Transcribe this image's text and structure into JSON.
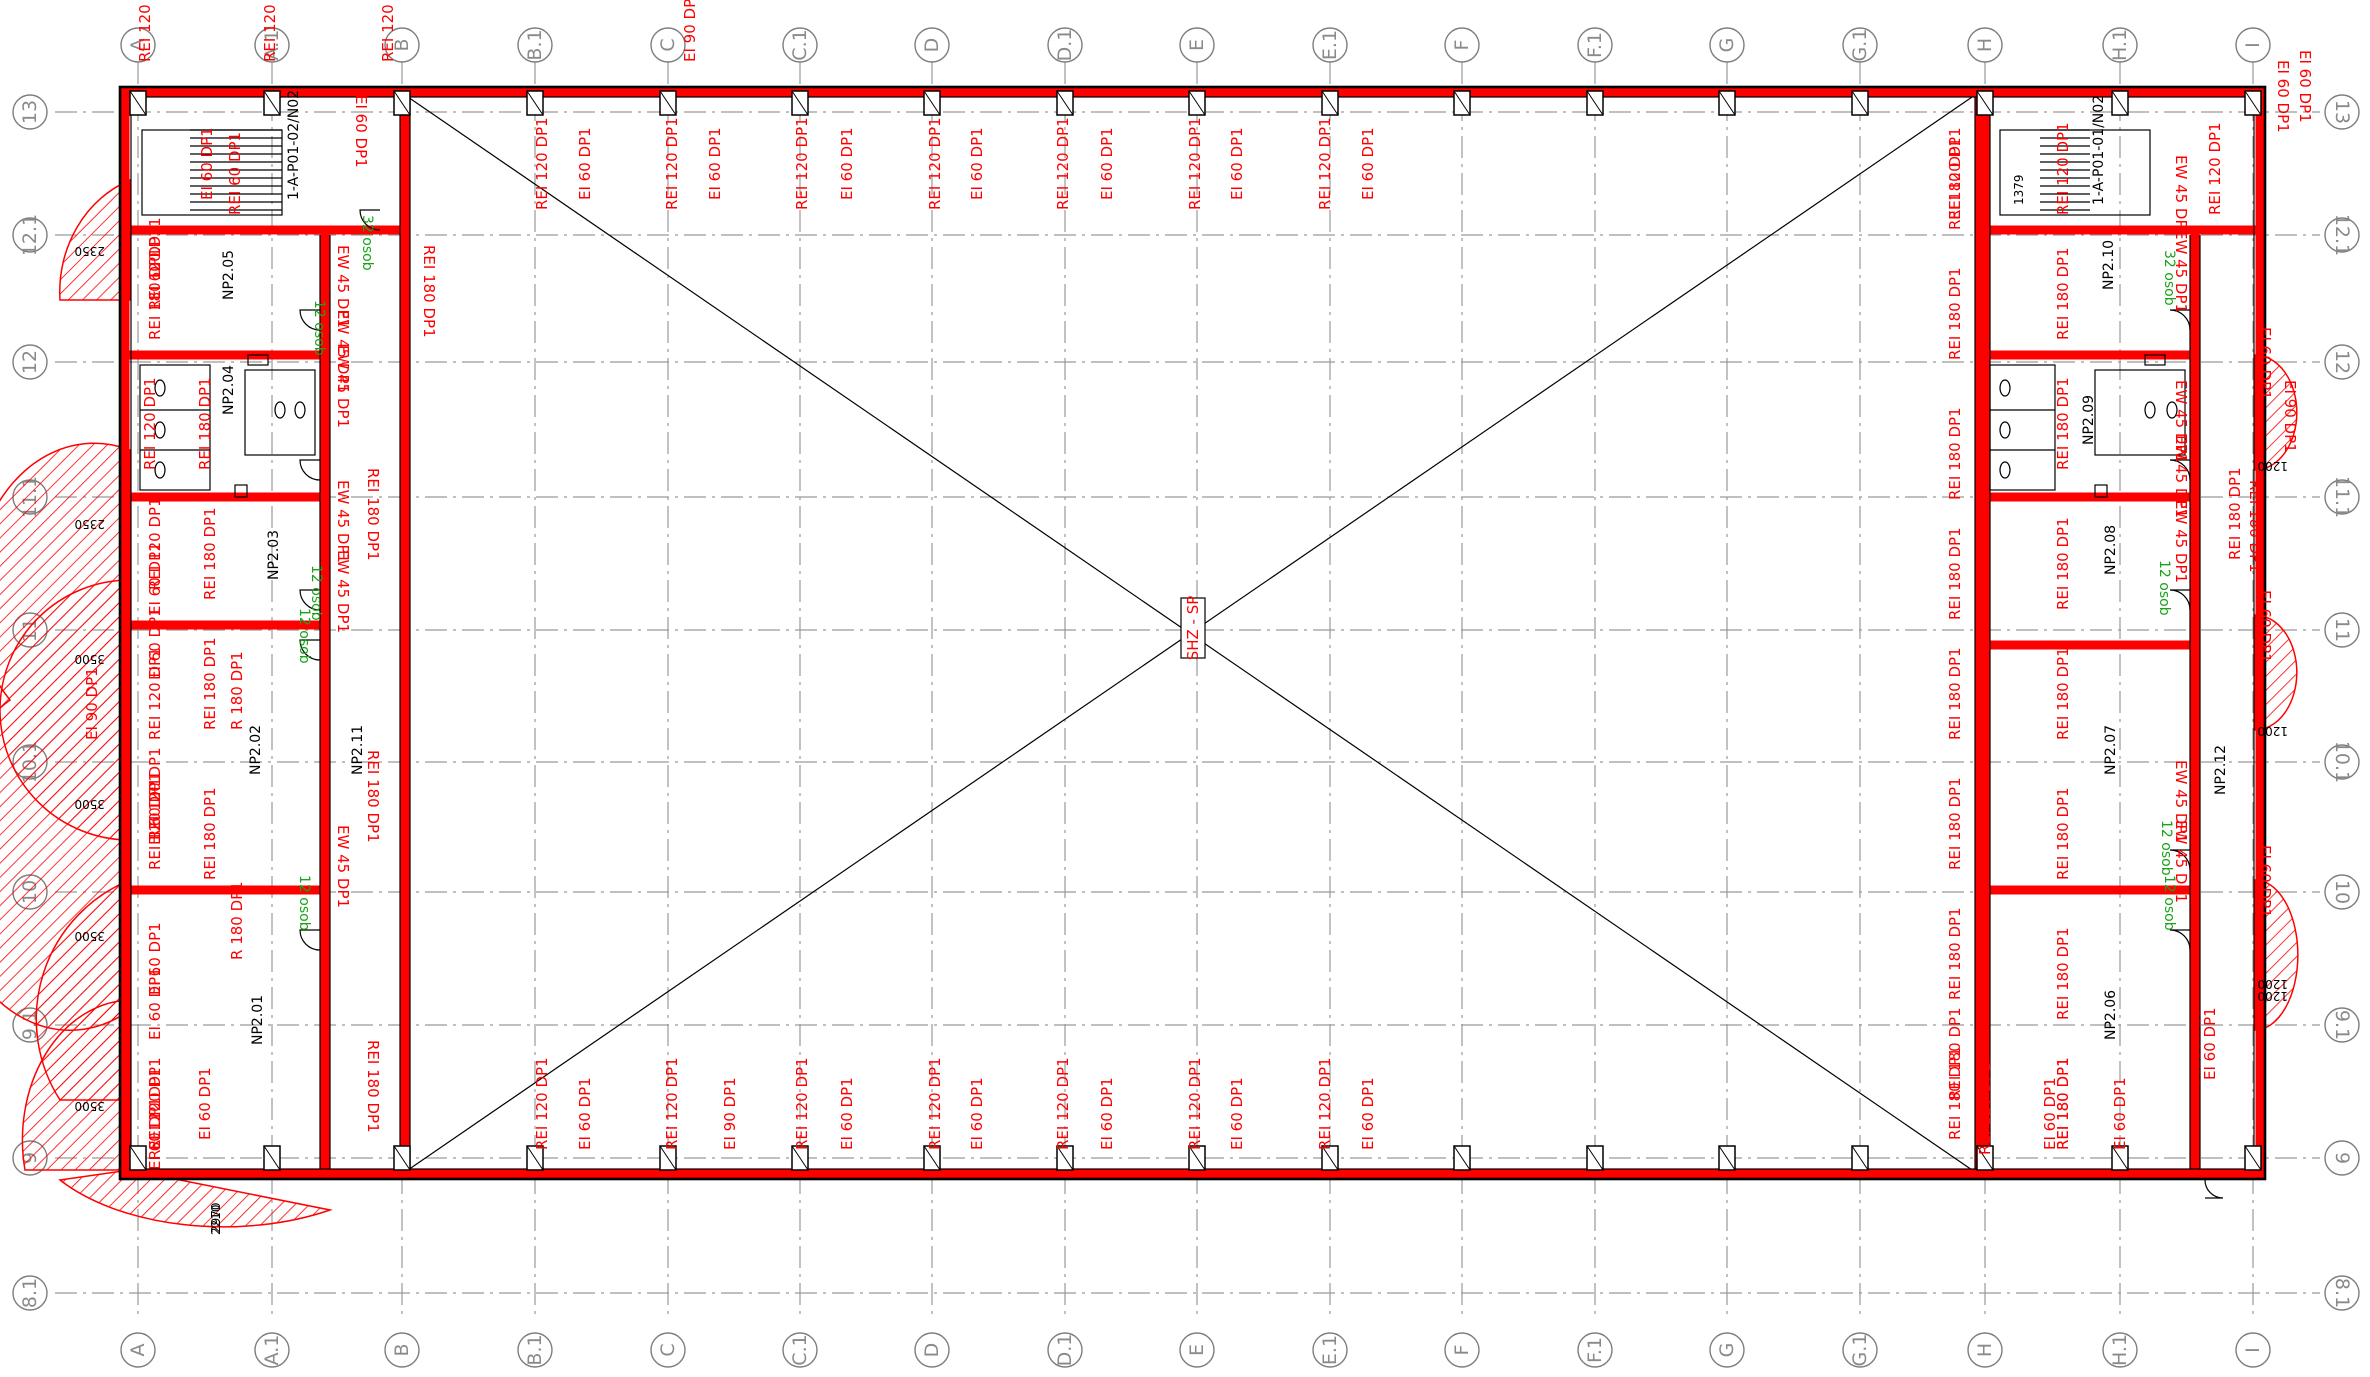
{
  "grid_columns": [
    "A",
    "A.1",
    "B",
    "B.1",
    "C",
    "C.1",
    "D",
    "D.1",
    "E",
    "E.1",
    "F",
    "F.1",
    "G",
    "G.1",
    "H",
    "H.1",
    "I"
  ],
  "grid_rows": [
    "13",
    "12.1",
    "12",
    "11.1",
    "11",
    "10.1",
    "10",
    "9.1",
    "9",
    "8.1"
  ],
  "center_label": "SHZ - SP",
  "rooms": [
    "NP2.05",
    "NP2.04",
    "NP2.03",
    "NP2.02",
    "NP2.01",
    "NP2.11",
    "NP2.10",
    "NP2.09",
    "NP2.08",
    "NP2.07",
    "NP2.06",
    "NP2.12"
  ],
  "stair_labels": [
    "1-A-P01-02/N02",
    "1-A-P01-01/N02"
  ],
  "top_labels": [
    "REI 120 DP1",
    "REI 120 DP1",
    "REI 120 DP1",
    "EI 90 DP1"
  ],
  "facade_labels": [
    "REI 120 DP1",
    "EI 60 DP1",
    "REI 120 DP1",
    "EI 60 DP1",
    "REI 120 DP1",
    "EI 60 DP1",
    "REI 120 DP1",
    "EI 60 DP1",
    "REI 120 DP1",
    "EI 60 DP1",
    "REI 120 DP1",
    "EI 60 DP1",
    "REI 120 DP1",
    "EI 60 DP1"
  ],
  "bottom_labels": [
    "REI 120 DP1",
    "EI 60 DP1",
    "REI 120 DP1",
    "EI 90 DP1",
    "REI 120 DP1",
    "EI 60 DP1",
    "REI 120 DP1",
    "EI 60 DP1",
    "REI 120 DP1",
    "EI 60 DP1",
    "REI 120 DP1",
    "EI 60 DP1",
    "REI 120 DP1",
    "EI 60 DP1"
  ],
  "left_wing_labels": [
    "EI 60 DP1",
    "REI 60 DP1",
    "REI 180 DP1",
    "EI 60 DP1",
    "REI 120 DP1",
    "REI 120 DP1",
    "REI 180 DP1",
    "EI 60 DP1",
    "REI 120 DP1",
    "REI 180 DP1",
    "EI 60 DP1",
    "REI 120 DP1",
    "REI 180 DP1",
    "EI 60 DP1",
    "REI 120 DP1",
    "R 180 DP1",
    "EI 60 DP1",
    "REI 120 DP1",
    "REI 180 DP1",
    "EI 60 DP1",
    "REI 120 DP1",
    "R 180 DP1",
    "EI 60 DP1",
    "REI 120 DP1",
    "EI 60 DP1",
    "EI 90 DP1"
  ],
  "corridor_labels": [
    "EI 60 DP1",
    "REI 180 DP1",
    "EW 45 DP1",
    "EW 45 DP1",
    "EW 45 DP1",
    "REI 180 DP1",
    "EW 45 DP1",
    "EW 45 DP1",
    "REI 180 DP1",
    "EW 45 DP1",
    "REI 180 DP1"
  ],
  "right_wing_labels": [
    "REI 180 DP1",
    "REI 120 DP1",
    "REI 180 DP1",
    "REI 180 DP1",
    "REI 180 DP1",
    "REI 180 DP1",
    "REI 180 DP1",
    "REI 180 DP1",
    "REI 180 DP1",
    "REI 180 DP1",
    "REI 180 DP1",
    "REI 120 DP1",
    "REI 180 DP1",
    "REI 180 DP1",
    "REI 180 DP1",
    "REI 180 DP1",
    "REI 180 DP1",
    "REI 180 DP1",
    "REI 180 DP1",
    "REI 120 DP1",
    "EI 60 DP1",
    "EI 60 DP1",
    "EI 60 DP1",
    "REI 120 DP1",
    "REI 180 DP1"
  ],
  "right_corridor_labels": [
    "EW 45 DP1",
    "EW 45 DP1",
    "EW 45 DP1",
    "EW 45 DP1",
    "EW 45 DP1",
    "EW 45 DP1",
    "EW 45 DP1"
  ],
  "right_outer_labels": [
    "EI 60 DP1",
    "EI 60 DP1",
    "EI 60 DP1",
    "EI 60 DP1",
    "EI 90 DP1",
    "REI 180 DP1",
    "EI 60 DP1"
  ],
  "occupancy_labels": [
    "12 osob",
    "12 osob",
    "32 osob",
    "12 osob",
    "12 osob",
    "32 osob",
    "12 osob",
    "12 osob",
    "12 osob"
  ],
  "dimensions": [
    "2350",
    "2350",
    "3500",
    "3500",
    "3500",
    "3500",
    "2210",
    "2970",
    "1379",
    "1200",
    "1200",
    "1200",
    "1200"
  ],
  "colors": {
    "fire_wall": "#ff0000",
    "grid": "#9a9a9a",
    "occupancy": "#19a319"
  }
}
